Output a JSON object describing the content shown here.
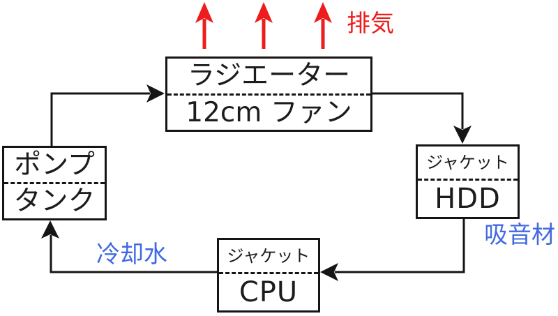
{
  "diagram": {
    "type": "flow-diagram",
    "subject": "PC water-cooling loop",
    "boxes": {
      "radiator": {
        "top_label": "ラジエーター",
        "bottom_label": "12cm ファン"
      },
      "pump": {
        "top_label": "ポンプ",
        "bottom_label": "タンク"
      },
      "hdd": {
        "top_label": "ジャケット",
        "bottom_label": "HDD"
      },
      "cpu": {
        "top_label": "ジャケット",
        "bottom_label": "CPU"
      }
    },
    "labels": {
      "exhaust": {
        "text": "排気",
        "color": "#ee1c1c"
      },
      "coolant": {
        "text": "冷却水",
        "color": "#4169e1"
      },
      "absorber": {
        "text": "吸音材",
        "color": "#4169e1"
      }
    },
    "connections": [
      {
        "from": "pump",
        "to": "radiator",
        "style": "black-arrow"
      },
      {
        "from": "radiator",
        "to": "hdd",
        "style": "black-arrow"
      },
      {
        "from": "hdd",
        "to": "cpu",
        "style": "black-arrow"
      },
      {
        "from": "cpu",
        "to": "pump",
        "style": "black-arrow"
      }
    ],
    "exhaust_arrows_count": 3,
    "colors": {
      "line": "#151515",
      "red": "#ee1c1c",
      "blue": "#4169e1",
      "background": "#ffffff"
    }
  }
}
